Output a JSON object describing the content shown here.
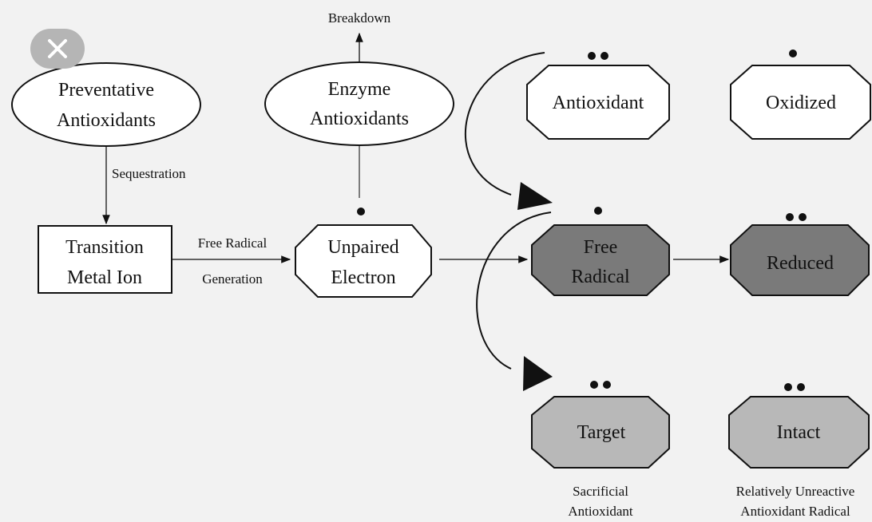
{
  "colors": {
    "background": "#f2f2f2",
    "white_fill": "#ffffff",
    "dark_fill": "#7a7a7a",
    "light_fill": "#b8b8b8",
    "stroke": "#111111",
    "close_button": "#b5b5b5"
  },
  "close_button": {
    "icon": "close-icon"
  },
  "nodes": {
    "preventative": {
      "line1": "Preventative",
      "line2": "Antioxidants"
    },
    "enzyme": {
      "line1": "Enzyme",
      "line2": "Antioxidants"
    },
    "transition": {
      "line1": "Transition",
      "line2": "Metal Ion"
    },
    "unpaired": {
      "line1": "Unpaired",
      "line2": "Electron"
    },
    "antioxidant": {
      "label": "Antioxidant"
    },
    "oxidized": {
      "label": "Oxidized"
    },
    "free_radical": {
      "line1": "Free",
      "line2": "Radical"
    },
    "reduced": {
      "label": "Reduced"
    },
    "target": {
      "label": "Target"
    },
    "intact": {
      "label": "Intact"
    }
  },
  "edges": {
    "breakdown": "Breakdown",
    "sequestration": "Sequestration",
    "free_radical_generation_1": "Free Radical",
    "free_radical_generation_2": "Generation"
  },
  "captions": {
    "sacrificial_1": "Sacrificial",
    "sacrificial_2": "Antioxidant",
    "unreactive_1": "Relatively Unreactive",
    "unreactive_2": "Antioxidant Radical"
  }
}
